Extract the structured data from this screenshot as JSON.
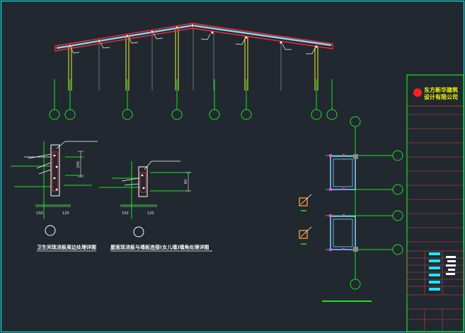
{
  "colors": {
    "background": "#212830",
    "frame": "#17e0e0",
    "axis": "#1ee01e",
    "roof": "#ff2a2a",
    "column": "#f0f032",
    "panel": "#7fd6ff",
    "dimension": "#e8e8e8",
    "title_block_line": "#d2453c",
    "highlight": "#17e8ff"
  },
  "title_block": {
    "company_name_line1": "东方新华建筑",
    "company_name_line2": "设计有限公司"
  },
  "detail_1": {
    "title": "卫生间现浇板周边处理详图",
    "dim_vertical": "200",
    "dim_left": "150",
    "dim_right": "120"
  },
  "detail_2": {
    "title": "屋面现浇板与墙板连接(女儿墙)墙角处理详图",
    "dim_vertical": "60",
    "dim_left": "150",
    "dim_right": "120"
  }
}
